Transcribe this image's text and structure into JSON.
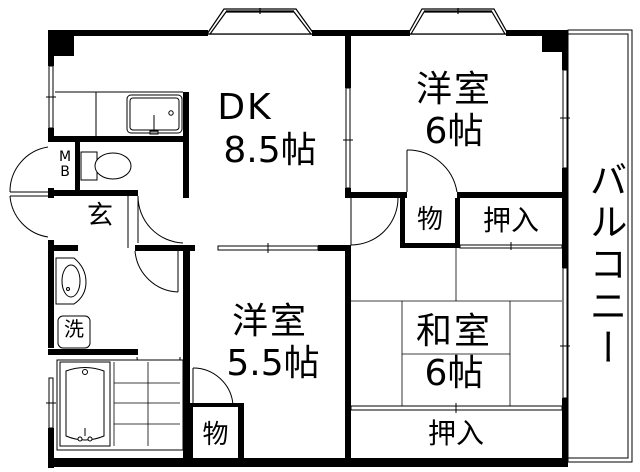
{
  "plan": {
    "rooms": [
      {
        "id": "dk",
        "name": "DK",
        "size": "8.5帖"
      },
      {
        "id": "western-1",
        "name": "洋室",
        "size": "6帖"
      },
      {
        "id": "western-2",
        "name": "洋室",
        "size": "5.5帖"
      },
      {
        "id": "japanese",
        "name": "和室",
        "size": "6帖"
      }
    ],
    "storage": {
      "storage_1": "物",
      "closet_1": "押入",
      "storage_2": "物",
      "closet_2": "押入"
    },
    "entrance": "玄",
    "meter_box": "MB",
    "meter_box_lines": [
      "M",
      "B"
    ],
    "washer": "洗",
    "balcony": "バルコニー"
  }
}
